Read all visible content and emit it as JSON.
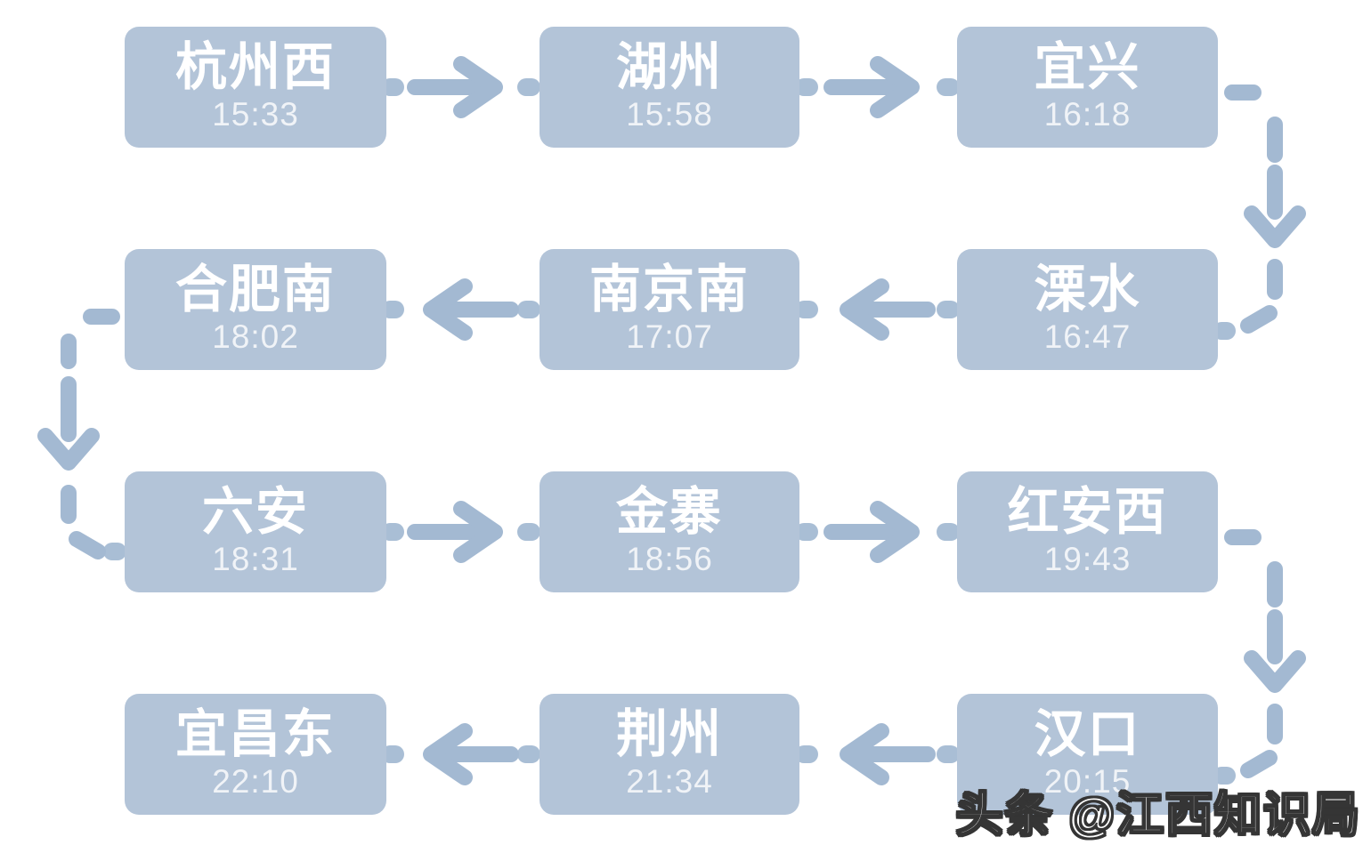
{
  "diagram": {
    "type": "train-route-flow",
    "rows": [
      {
        "direction": "right",
        "stations": [
          {
            "name": "杭州西",
            "time": "15:33"
          },
          {
            "name": "湖州",
            "time": "15:58"
          },
          {
            "name": "宜兴",
            "time": "16:18"
          }
        ]
      },
      {
        "direction": "left",
        "stations": [
          {
            "name": "合肥南",
            "time": "18:02"
          },
          {
            "name": "南京南",
            "time": "17:07"
          },
          {
            "name": "溧水",
            "time": "16:47"
          }
        ]
      },
      {
        "direction": "right",
        "stations": [
          {
            "name": "六安",
            "time": "18:31"
          },
          {
            "name": "金寨",
            "time": "18:56"
          },
          {
            "name": "红安西",
            "time": "19:43"
          }
        ]
      },
      {
        "direction": "left",
        "stations": [
          {
            "name": "宜昌东",
            "time": "22:10"
          },
          {
            "name": "荆州",
            "time": "21:34"
          },
          {
            "name": "汉口",
            "time": "20:15"
          }
        ]
      }
    ]
  },
  "watermark": {
    "text": "头条 @江西知识局"
  },
  "colors": {
    "station_box": "#b3c4d8",
    "connector": "#a3b9d2",
    "station_text": "#ffffff",
    "time_text": "rgba(255,255,255,0.8)",
    "watermark_fill": "#ffffff",
    "watermark_outline": "#353535"
  }
}
